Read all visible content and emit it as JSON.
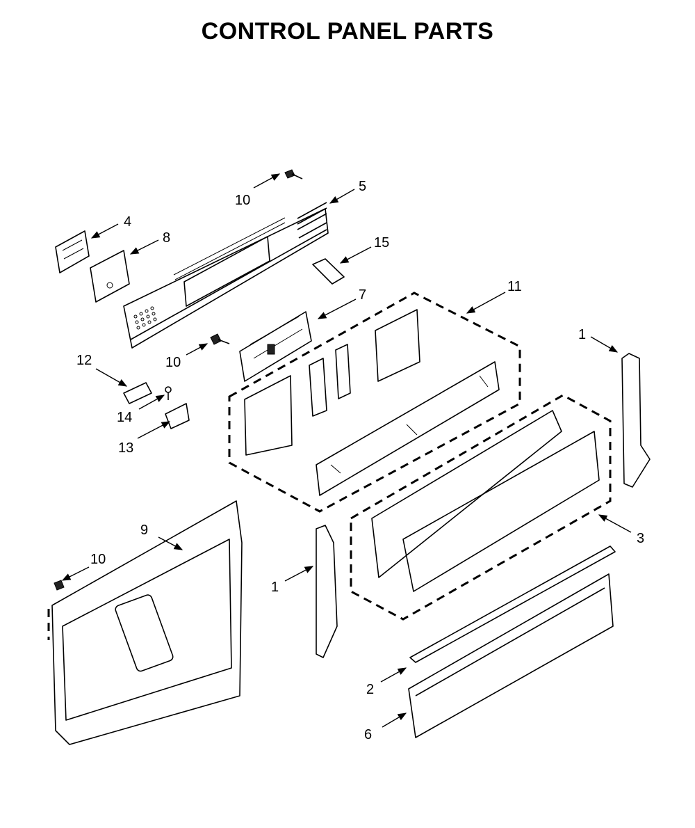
{
  "title": "CONTROL PANEL PARTS",
  "callouts": {
    "c1a": "1",
    "c1b": "1",
    "c2": "2",
    "c3": "3",
    "c4": "4",
    "c5": "5",
    "c6": "6",
    "c7": "7",
    "c8": "8",
    "c9": "9",
    "c10a": "10",
    "c10b": "10",
    "c10c": "10",
    "c11": "11",
    "c12": "12",
    "c13": "13",
    "c14": "14",
    "c15": "15"
  }
}
